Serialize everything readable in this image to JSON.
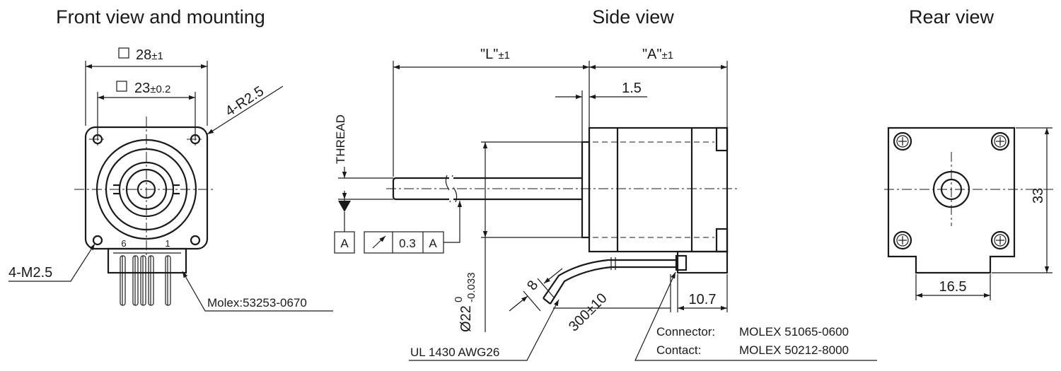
{
  "titles": {
    "front": "Front view and mounting",
    "side": "Side view",
    "rear": "Rear view"
  },
  "front_view": {
    "square_outer": "28",
    "square_outer_tol": "±1",
    "square_inner": "23",
    "square_inner_tol": "±0.2",
    "corner_radius": "4-R2.5",
    "mount_thread": "4-M2.5",
    "pin_first": "6",
    "pin_last": "1",
    "connector": "Molex:53253-0670"
  },
  "side_view": {
    "length_l": "\"L\"",
    "length_l_tol": "±1",
    "length_a": "\"A\"",
    "length_a_tol": "±1",
    "flange": "1.5",
    "thread": "THREAD",
    "datum": "A",
    "runout_value": "0.3",
    "runout_datum": "A",
    "pilot_diameter": "Ø22",
    "pilot_tol_upper": "0",
    "pilot_tol_lower": "-0.033",
    "wire_width": "8",
    "lead_length": "300±10",
    "connector_offset": "10.7",
    "wire_spec": "UL 1430  AWG26",
    "connector_label": "Connector:",
    "connector_value": "MOLEX 51065-0600",
    "contact_label": "Contact:",
    "contact_value": "MOLEX 50212-8000"
  },
  "rear_view": {
    "height": "33",
    "width": "16.5"
  }
}
